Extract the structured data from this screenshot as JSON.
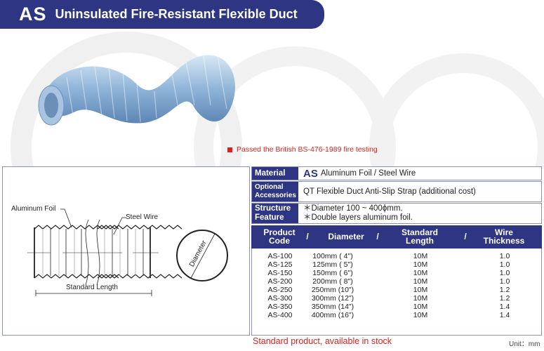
{
  "banner": {
    "code": "AS",
    "title": "Uninsulated Fire-Resistant Flexible Duct"
  },
  "note": "Passed the British BS-476-1989 fire testing",
  "diagram": {
    "foil": "Aluminum Foil",
    "wire": "Steel Wire",
    "length": "Standard Length",
    "diameter": "Diameter"
  },
  "specs": {
    "material": {
      "label": "Material",
      "code": "AS",
      "value": "Aluminum Foil / Steel Wire"
    },
    "accessories": {
      "label1": "Optional",
      "label2": "Accessories",
      "value": "QT  Flexible Duct Anti-Slip Strap (additional cost)"
    },
    "structure": {
      "label1": "Structure",
      "label2": "Feature",
      "line1": "＊Diameter 100 ~ 400ϕmm.",
      "line2": "＊Double layers aluminum foil."
    }
  },
  "table": {
    "headers": [
      {
        "l1": "Product",
        "l2": "Code"
      },
      {
        "l1": "Diameter",
        "l2": ""
      },
      {
        "l1": "Standard",
        "l2": "Length"
      },
      {
        "l1": "Wire",
        "l2": "Thickness"
      }
    ],
    "sep": "/",
    "rows": [
      [
        "AS-100",
        "100mm ( 4\")",
        "10M",
        "1.0"
      ],
      [
        "AS-125",
        "125mm ( 5\")",
        "10M",
        "1.0"
      ],
      [
        "AS-150",
        "150mm ( 6\")",
        "10M",
        "1.0"
      ],
      [
        "AS-200",
        "200mm ( 8\")",
        "10M",
        "1.0"
      ],
      [
        "AS-250",
        "250mm (10\")",
        "10M",
        "1.2"
      ],
      [
        "AS-300",
        "300mm (12\")",
        "10M",
        "1.2"
      ],
      [
        "AS-350",
        "350mm (14\")",
        "10M",
        "1.4"
      ],
      [
        "AS-400",
        "400mm (16\")",
        "10M",
        "1.4"
      ]
    ]
  },
  "footer": {
    "stock": "Standard product, available in stock",
    "unit": "Unit：mm"
  }
}
